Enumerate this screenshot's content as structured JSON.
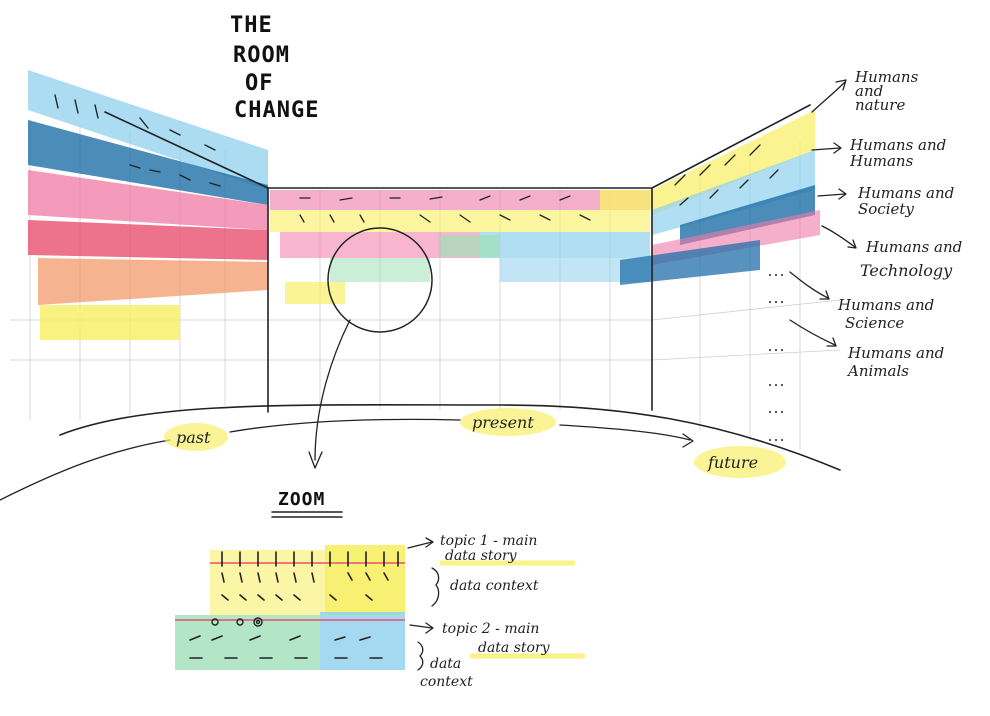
{
  "title": {
    "line1": "THE",
    "line2": "ROOM",
    "line3": "OF",
    "line4": "CHANGE"
  },
  "themes": [
    {
      "line1": "Humans",
      "line2": "and",
      "line3": "nature"
    },
    {
      "line1": "Humans and",
      "line2": "Humans"
    },
    {
      "line1": "Humans and",
      "line2": "Society"
    },
    {
      "line1": "Humans and",
      "line2": "Technology"
    },
    {
      "line1": "Humans and",
      "line2": "Science"
    },
    {
      "line1": "Humans and",
      "line2": "Animals"
    }
  ],
  "timeline": {
    "past": "past",
    "present": "present",
    "future": "future"
  },
  "zoom": {
    "label": "ZOOM",
    "topic1_line1": "topic 1 - main",
    "topic1_line2": "data story",
    "context1": "data context",
    "topic2_line1": "topic 2 - main",
    "topic2_line2": "data story",
    "context2_line1": "data",
    "context2_line2": "context"
  },
  "colors": {
    "light_blue": "#8fd0ee",
    "dark_blue": "#1f6fa8",
    "pink": "#f07aa6",
    "red_pink": "#e8506f",
    "orange": "#f29a6a",
    "yellow": "#f8ef6a",
    "green": "#9fe0b8",
    "ink": "#222222"
  }
}
